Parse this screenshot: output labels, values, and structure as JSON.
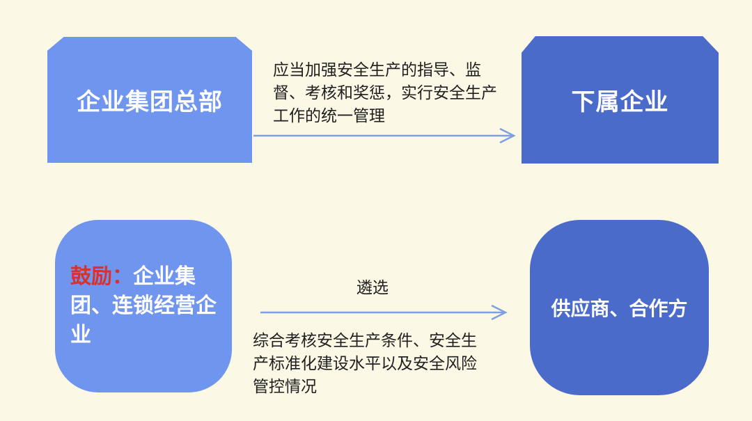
{
  "top_row": {
    "source_label": "企业集团总部",
    "target_label": "下属企业",
    "arrow_text": "应当加强安全生产的指导、监督、考核和奖惩，实行安全生产工作的统一管理"
  },
  "bottom_row": {
    "encourage_prefix": "鼓励：",
    "encourage_body": "企业集团、连锁经营企业",
    "arrow_label": "遴选",
    "arrow_text": "综合考核安全生产条件、安全生产标准化建设水平以及安全风险管控情况",
    "target_label": "供应商、合作方"
  },
  "colors": {
    "background": "#fbf8e6",
    "light_blue": "#6f95ef",
    "dark_blue": "#4a6bc9",
    "arrow": "#7f9fe0",
    "highlight_red": "#d8322e"
  }
}
